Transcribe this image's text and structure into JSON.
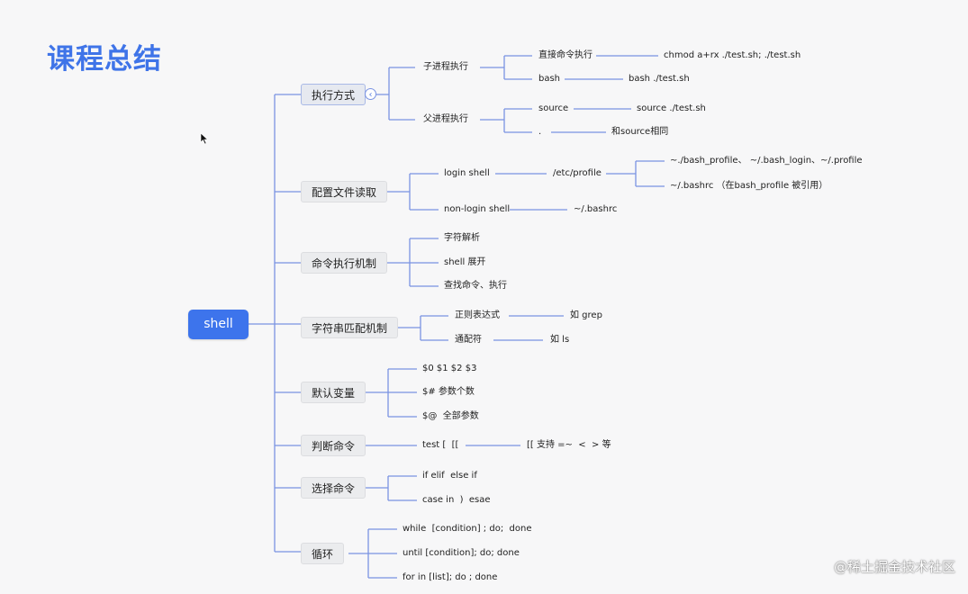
{
  "title": "课程总结",
  "root": "shell",
  "branches": [
    {
      "label": "执行方式"
    },
    {
      "label": "配置文件读取"
    },
    {
      "label": "命令执行机制"
    },
    {
      "label": "字符串匹配机制"
    },
    {
      "label": "默认变量"
    },
    {
      "label": "判断命令"
    },
    {
      "label": "选择命令"
    },
    {
      "label": "循环"
    }
  ],
  "nodes": {
    "exec_child": "子进程执行",
    "exec_direct": "直接命令执行",
    "exec_direct_cmd": "chmod a+rx ./test.sh; ./test.sh",
    "exec_bash": "bash",
    "exec_bash_cmd": "bash ./test.sh",
    "exec_parent": "父进程执行",
    "exec_source": "source",
    "exec_source_cmd": "source ./test.sh",
    "exec_dot": ".",
    "exec_dot_desc": "和source相同",
    "cfg_login": "login shell",
    "cfg_etc_profile": "/etc/profile",
    "cfg_bash_profile": "~./bash_profile、 ~/.bash_login、~/.profile",
    "cfg_bashrc": "~/.bashrc （在bash_profile 被引用）",
    "cfg_nonlogin": "non-login shell",
    "cfg_nonlogin_bashrc": "~/.bashrc",
    "mech_parse": "字符解析",
    "mech_expand": "shell 展开",
    "mech_find": "查找命令、执行",
    "match_regex": "正则表达式",
    "match_regex_eg": "如 grep",
    "match_glob": "通配符",
    "match_glob_eg": "如 ls",
    "var_positional": "$0 $1 $2 $3",
    "var_count": "$# 参数个数",
    "var_all": "$@  全部参数",
    "test_cmd": "test [  [[",
    "test_support": "[[ 支持 =~  <  > 等",
    "sel_if": "if elif  else if",
    "sel_case": "case in  )  esae",
    "loop_while": "while  [condition] ; do;  done",
    "loop_until": "until [condition]; do; done",
    "loop_for": "for in [list]; do ; done"
  },
  "toggle_icon": "collapse-arrow-icon",
  "watermark": "@稀土掘金技术社区"
}
